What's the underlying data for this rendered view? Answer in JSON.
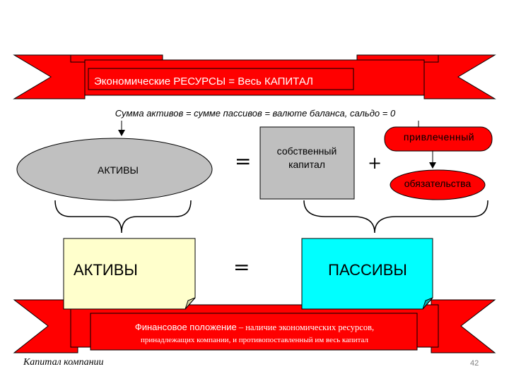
{
  "top_banner": {
    "text": "Экономические РЕСУРСЫ  =  Весь КАПИТАЛ"
  },
  "balance_note": "Сумма активов = сумме пассивов = валюте баланса, сальдо = 0",
  "left_oval": {
    "label": "АКТИВЫ"
  },
  "own_capital": {
    "line1": "собственный",
    "line2": "капитал"
  },
  "attracted": {
    "label": "привлеченный"
  },
  "obligations": {
    "label": "обязательства"
  },
  "operators": {
    "equals": "=",
    "plus": "+"
  },
  "left_note": {
    "label": "АКТИВЫ"
  },
  "right_note": {
    "label": "ПАССИВЫ"
  },
  "bottom_banner": {
    "term": "Финансовое положение",
    "line1_rest": " – наличие экономических ресурсов,",
    "line2": "принадлежащих компании, и противопоставленный им весь капитал"
  },
  "footer": {
    "title": "Капитал компании",
    "page": "42"
  },
  "colors": {
    "banner_red": "#ff0000",
    "oval_gray": "#c0c0c0",
    "box_gray": "#bfbfbf",
    "note_yellow": "#ffffcc",
    "note_cyan": "#00ffff"
  }
}
